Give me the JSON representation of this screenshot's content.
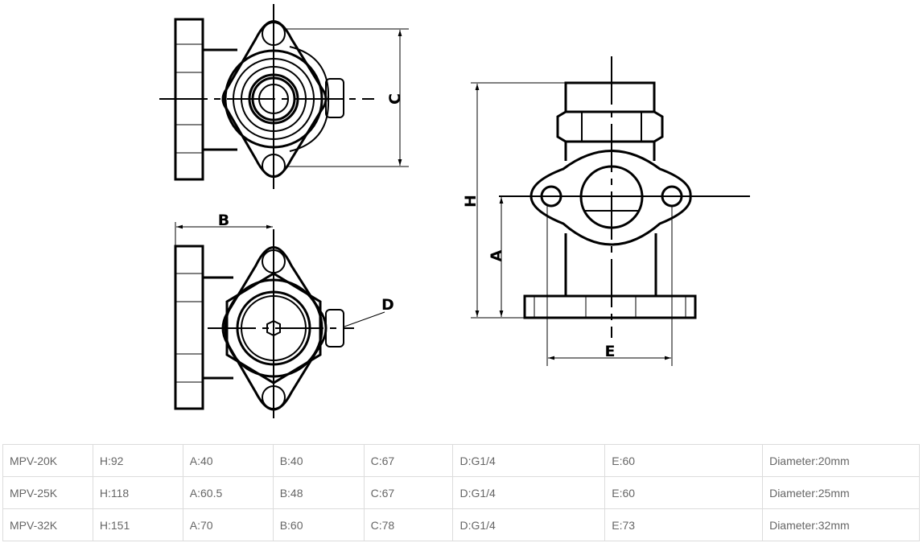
{
  "drawing": {
    "labels": {
      "C": "C",
      "B": "B",
      "D": "D",
      "H": "H",
      "A": "A",
      "E": "E"
    }
  },
  "table": {
    "rows": [
      [
        "MPV-20K",
        "H:92",
        "A:40",
        "B:40",
        "C:67",
        "D:G1/4",
        "E:60",
        "Diameter:20mm"
      ],
      [
        "MPV-25K",
        "H:118",
        "A:60.5",
        "B:48",
        "C:67",
        "D:G1/4",
        "E:60",
        "Diameter:25mm"
      ],
      [
        "MPV-32K",
        "H:151",
        "A:70",
        "B:60",
        "C:78",
        "D:G1/4",
        "E:73",
        "Diameter:32mm"
      ]
    ]
  }
}
